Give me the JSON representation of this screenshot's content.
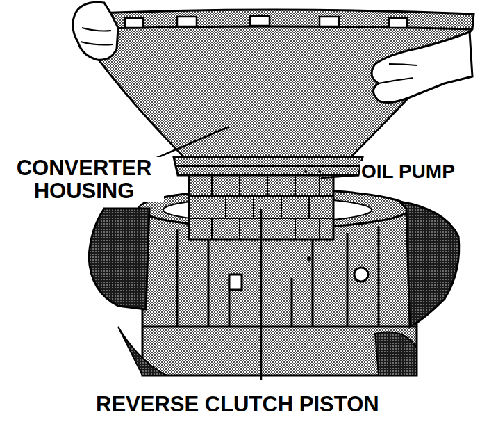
{
  "diagram": {
    "labels": [
      "CONVERTER HOUSING",
      "OIL PUMP",
      "REVERSE CLUTCH PISTON"
    ]
  }
}
